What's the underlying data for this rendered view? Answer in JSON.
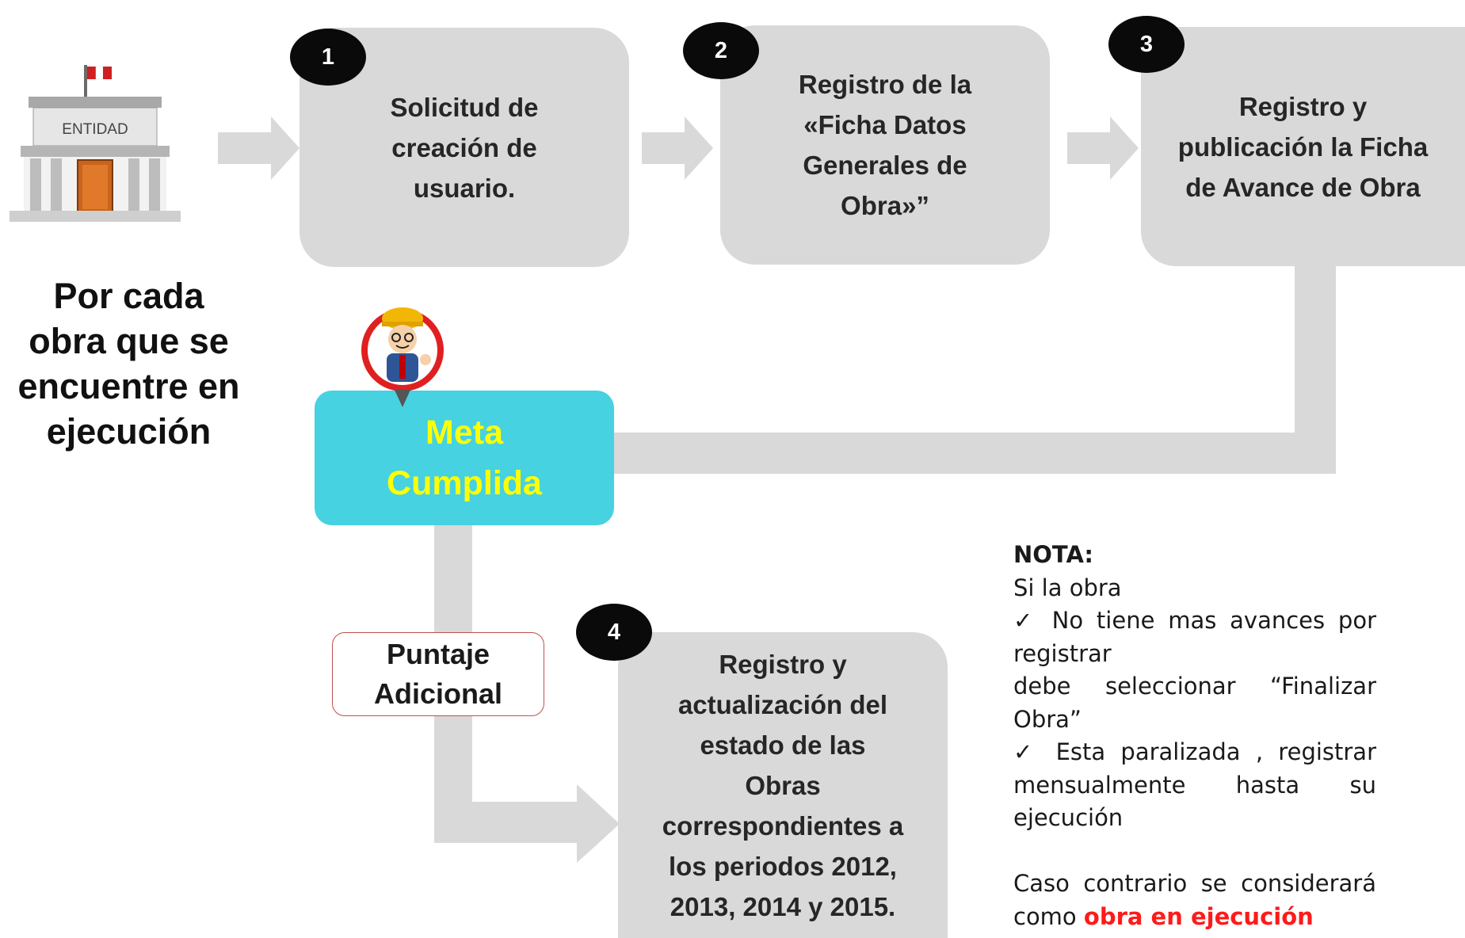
{
  "left_caption": "Por cada\nobra que se\nencuentre en\nejecución",
  "entity_icon_label": "ENTIDAD",
  "steps": [
    {
      "number": "1",
      "text": "Solicitud de\ncreación de\nusuario."
    },
    {
      "number": "2",
      "text": "Registro de  la\n«Ficha Datos\nGenerales  de\nObra»”"
    },
    {
      "number": "3",
      "text": "Registro y\npublicación la Ficha\nde Avance de Obra"
    },
    {
      "number": "4",
      "text": "Registro y\nactualización del\nestado de las\nObras\ncorrespondientes a\nlos periodos 2012,\n2013, 2014 y 2015."
    }
  ],
  "meta": "Meta\nCumplida",
  "puntaje": "Puntaje\nAdicional",
  "nota": {
    "title": "NOTA:",
    "intro": "Si la obra",
    "check1_line1": "✓ No tiene mas avances por",
    "check1_line2": "registrar",
    "check1_line3": "debe seleccionar “Finalizar",
    "check1_line4": "Obra”",
    "check2_line1": "✓ Esta paralizada , registrar",
    "check2_line2": "mensualmente hasta su",
    "check2_line3": "ejecución",
    "closing_line1": "Caso contrario se considerará",
    "closing_prefix": "como ",
    "closing_highlight": "obra en ejecución"
  },
  "colors": {
    "box": "#d9d9d9",
    "badge": "#0a0a0a",
    "meta_bg": "#46d2e0",
    "meta_text": "#ffff00",
    "puntaje_border": "#c0504d",
    "highlight_red": "#ff1a1a"
  }
}
